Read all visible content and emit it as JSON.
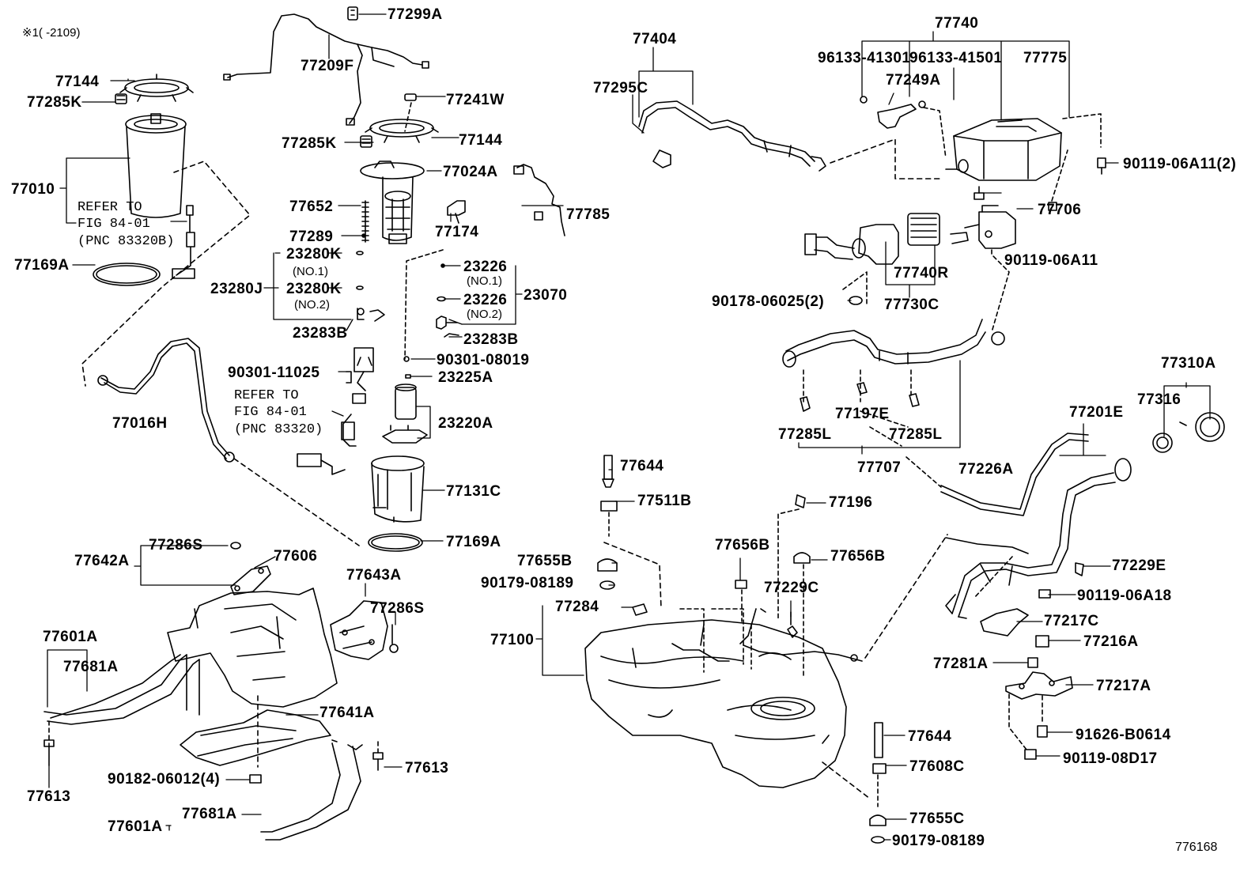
{
  "note_top_left": "※1(    -2109)",
  "diagram_id": "776168",
  "refer_notes": [
    {
      "lines": [
        "REFER TO",
        "FIG 84-01",
        "(PNC 83320B)"
      ]
    },
    {
      "lines": [
        "REFER TO",
        "FIG 84-01",
        "(PNC 83320)"
      ]
    }
  ],
  "sub_notes": [
    "(NO.1)",
    "(NO.2)",
    "(NO.1)",
    "(NO.2)"
  ],
  "part_labels": [
    "77299A",
    "77209F",
    "77241W",
    "77144",
    "77285K",
    "77024A",
    "77785",
    "77652",
    "77174",
    "77289",
    "23280K",
    "23280J",
    "23280K",
    "23283B",
    "23226",
    "23070",
    "23226",
    "23283B",
    "90301-08019",
    "90301-11025",
    "23225A",
    "23220A",
    "77131C",
    "77169A",
    "77144",
    "77285K",
    "77010",
    "77169A",
    "77016H",
    "77404",
    "77295C",
    "77740",
    "96133-41301",
    "96133-41501",
    "77775",
    "77249A",
    "90119-06A11(2)",
    "77706",
    "90119-06A11",
    "77740R",
    "77730C",
    "90178-06025(2)",
    "77310A",
    "77316",
    "77197E",
    "77285L",
    "77285L",
    "77707",
    "77201E",
    "77226A",
    "77644",
    "77511B",
    "77196",
    "77655B",
    "77656B",
    "77656B",
    "90179-08189",
    "77229C",
    "77284",
    "77100",
    "77229E",
    "90119-06A18",
    "77217C",
    "77216A",
    "77281A",
    "77217A",
    "91626-B0614",
    "90119-08D17",
    "77644",
    "77608C",
    "77655C",
    "90179-08189",
    "77642A",
    "77286S",
    "77606",
    "77643A",
    "77286S",
    "77601A",
    "77681A",
    "77641A",
    "90182-06012(4)",
    "77613",
    "77613",
    "77601A",
    "77681A"
  ],
  "icons": [
    "fuel-pump-assembly-icon",
    "fuel-tank-icon",
    "canister-icon",
    "filler-pipe-icon",
    "protector-icon",
    "band-icon",
    "bolt-icon",
    "gasket-icon",
    "fuel-cap-icon"
  ]
}
